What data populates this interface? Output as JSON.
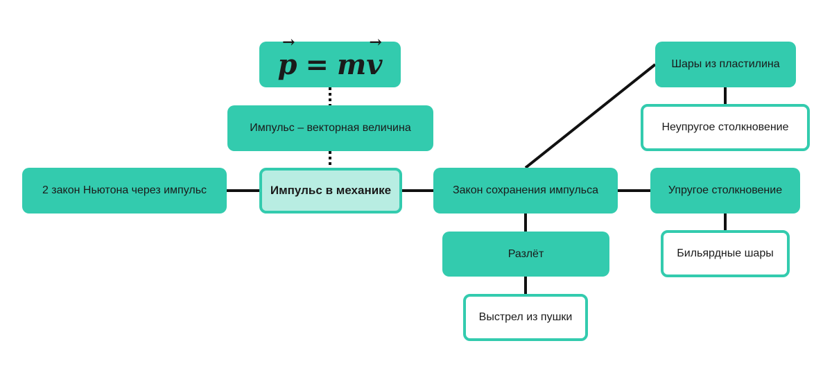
{
  "formula": {
    "p": "p",
    "eq": "=",
    "m": "m",
    "v": "v"
  },
  "nodes": {
    "central": "Импульс в механике",
    "vector": "Импульс – векторная величина",
    "newton": "2 закон Ньютона через импульс",
    "conservation": "Закон сохранения импульса",
    "plasticine": "Шары из пластилина",
    "inelastic": "Неупругое столкновение",
    "elastic": "Упругое столкновение",
    "billiard": "Бильярдные шары",
    "scatter": "Разлёт",
    "cannon": "Выстрел из пушки"
  },
  "colors": {
    "accent": "#33cbae",
    "central_fill": "#b8ede2",
    "line": "#111111"
  }
}
